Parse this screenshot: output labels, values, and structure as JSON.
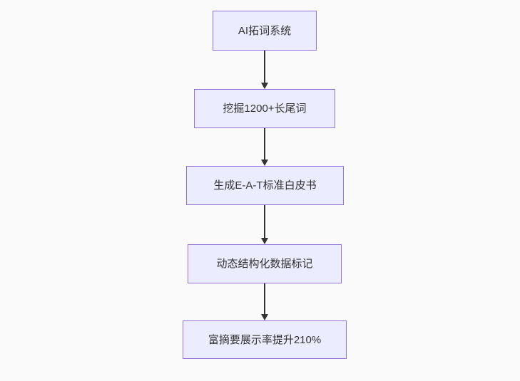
{
  "flowchart": {
    "type": "top-down-flowchart",
    "nodes": [
      {
        "id": "n1",
        "label": "AI拓词系统"
      },
      {
        "id": "n2",
        "label": "挖掘1200+长尾词"
      },
      {
        "id": "n3",
        "label": "生成E-A-T标准白皮书"
      },
      {
        "id": "n4",
        "label": "动态结构化数据标记"
      },
      {
        "id": "n5",
        "label": "富摘要展示率提升210%"
      }
    ],
    "edges": [
      {
        "from": "n1",
        "to": "n2"
      },
      {
        "from": "n2",
        "to": "n3"
      },
      {
        "from": "n3",
        "to": "n4"
      },
      {
        "from": "n4",
        "to": "n5"
      }
    ],
    "colors": {
      "node_fill": "#ECECFF",
      "node_border": "#9370DB",
      "arrow": "#333333",
      "text": "#333333",
      "background": "#FAFAFA"
    }
  }
}
